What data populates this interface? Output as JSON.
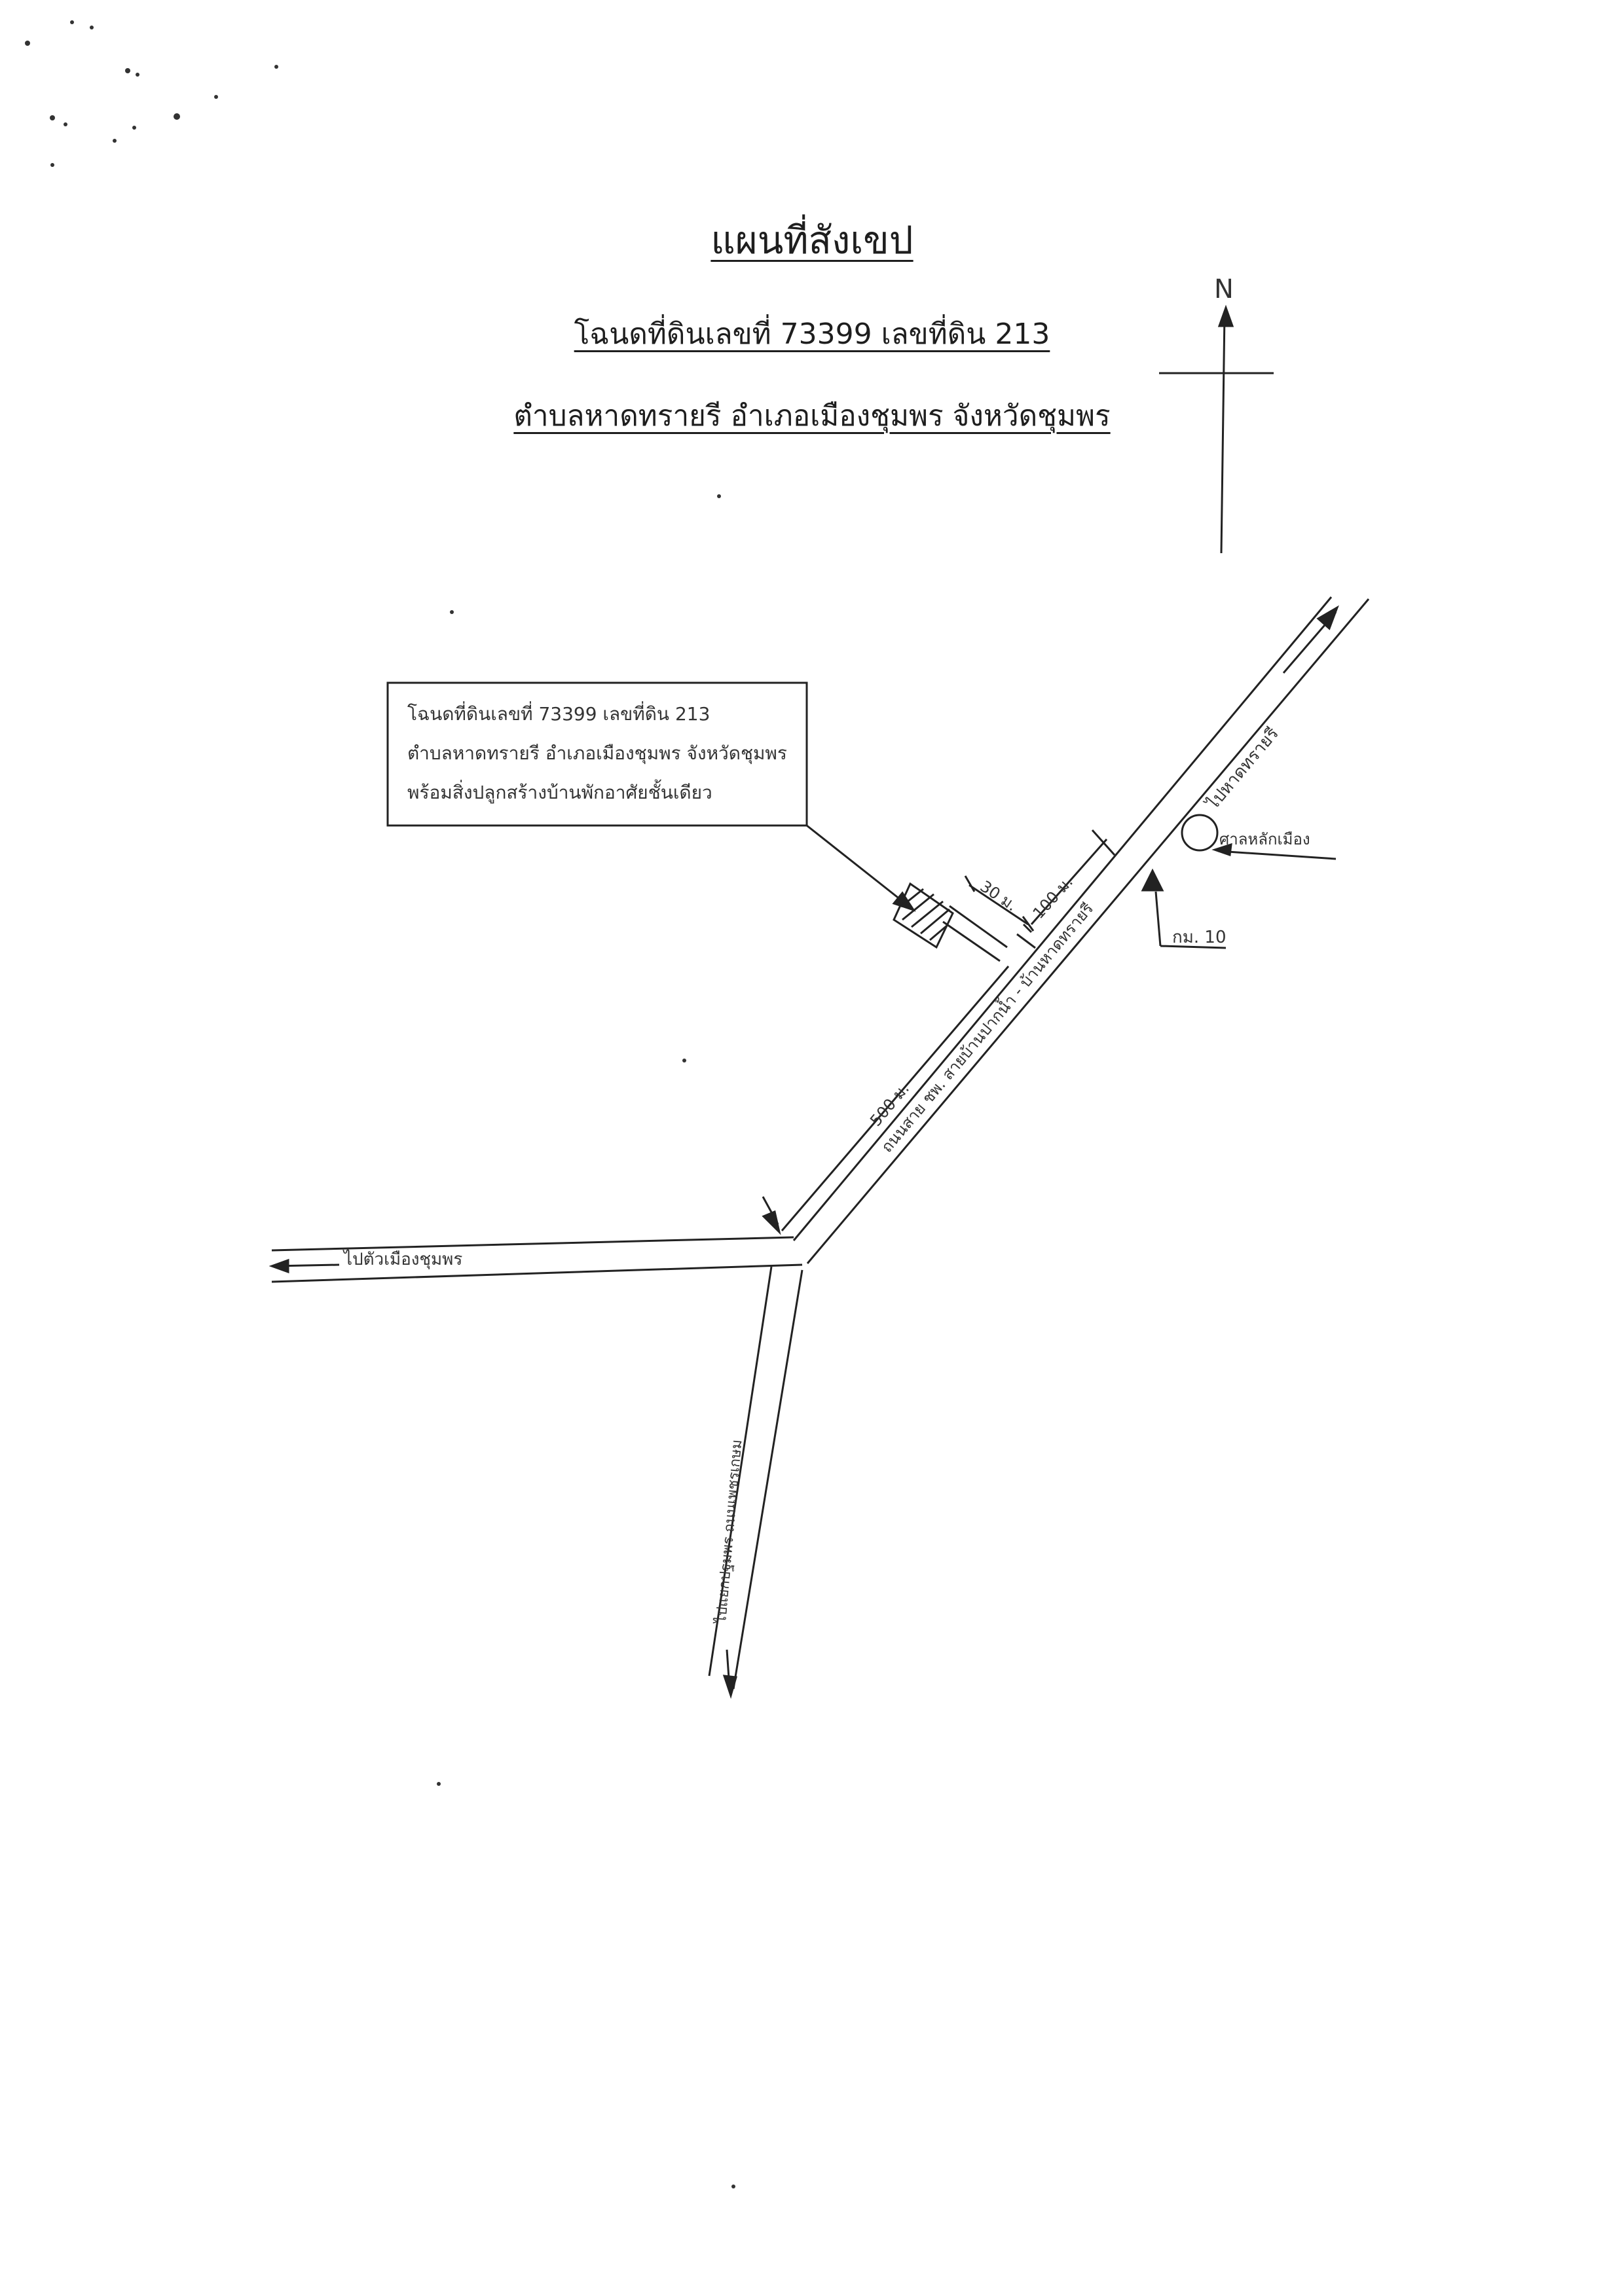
{
  "header": {
    "title": "แผนที่สังเขป",
    "deed_line": "โฉนดที่ดินเลขที่ 73399 เลขที่ดิน 213",
    "location_line": "ตำบลหาดทรายรี อำเภอเมืองชุมพร จังหวัดชุมพร"
  },
  "compass": {
    "label": "N"
  },
  "info_box": {
    "lines": [
      "โฉนดที่ดินเลขที่ 73399 เลขที่ดิน 213",
      "ตำบลหาดทรายรี อำเภอเมืองชุมพร จังหวัดชุมพร",
      "พร้อมสิ่งปลูกสร้างบ้านพักอาศัยชั้นเดียว"
    ]
  },
  "map_labels": {
    "to_hat_sai_ri": "ไปหาดทรายรี",
    "landmark": "ศาลหลักเมือง",
    "km_marker": "กม. 10",
    "dist_30": "30 ม.",
    "dist_100": "100 ม.",
    "dist_500": "500 ม.",
    "main_road": "ถนนสาย ชพ. สายบ้านปากน้ำ - บ้านหาดทรายรี",
    "to_city": "ไปตัวเมืองชุมพร",
    "to_south": "ไปแยกปฐมพร ถนนเพชรเกษม"
  },
  "colors": {
    "ink": "#222222",
    "background": "#ffffff"
  }
}
